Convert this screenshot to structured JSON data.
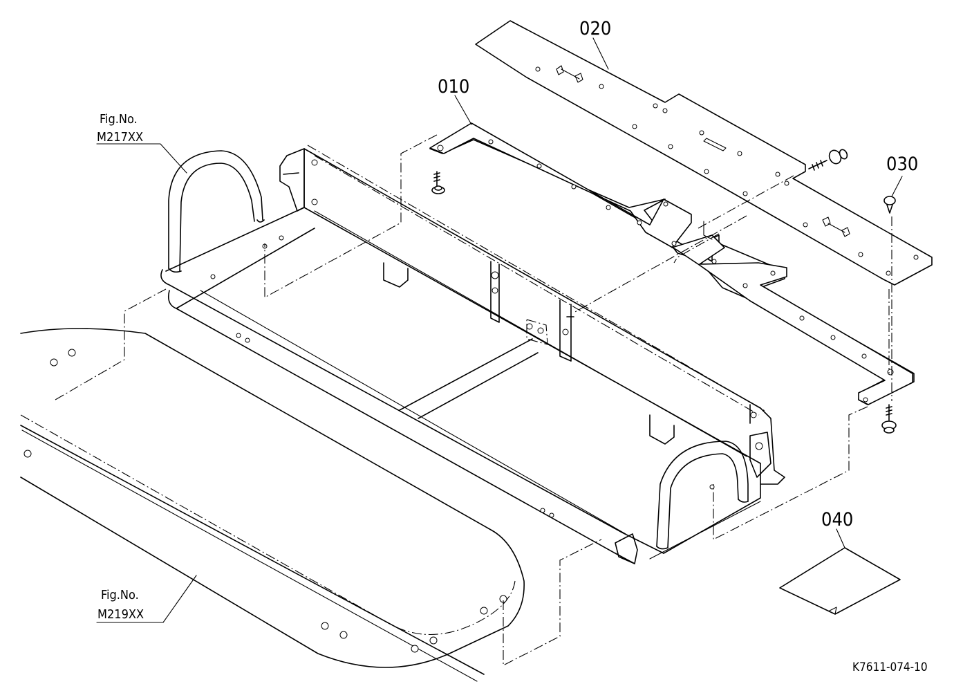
{
  "callouts": {
    "p010": "010",
    "p020": "020",
    "p030": "030",
    "p040": "040"
  },
  "figure_refs": {
    "upper": {
      "line1": "Fig.No.",
      "line2": "M217XX"
    },
    "lower": {
      "line1": "Fig.No.",
      "line2": "M219XX"
    }
  },
  "drawing_number": "K7611-074-10"
}
